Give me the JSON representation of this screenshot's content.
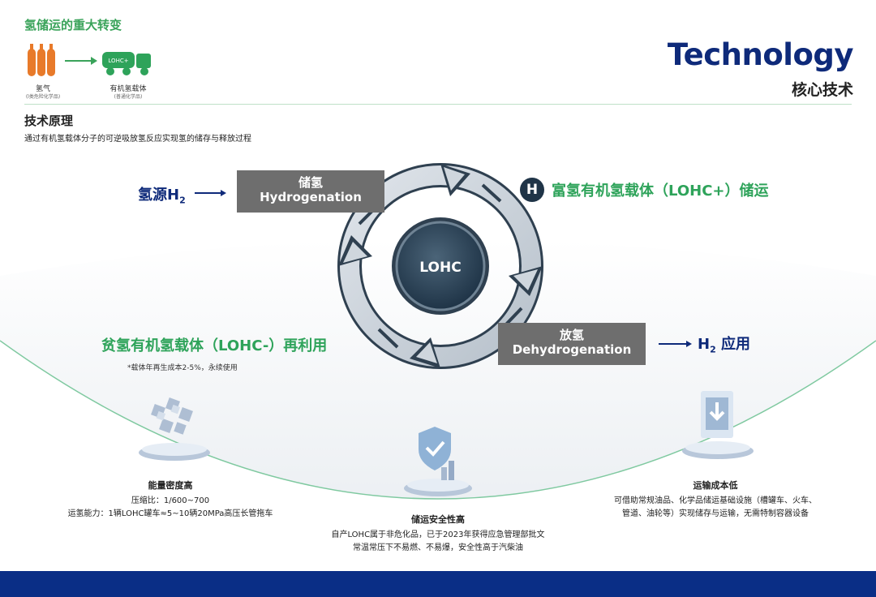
{
  "header": {
    "top_title": "氢储运的重大转变",
    "left_icon_label": "氢气",
    "left_icon_sub": "(l类危险化学品)",
    "right_icon_label": "有机氢载体",
    "right_icon_sub": "(普通化学品)",
    "truck_text": "LOHC+",
    "brand": "Technology",
    "brand_sub": "核心技术"
  },
  "principle": {
    "title": "技术原理",
    "desc": "通过有机氢载体分子的可逆吸放氢反应实现氢的储存与释放过程"
  },
  "cycle": {
    "center_label": "LOHC",
    "hydrogenation_cn": "储氢",
    "hydrogenation_en": "Hydrogenation",
    "dehydrogenation_cn": "放氢",
    "dehydrogenation_en": "Dehydrogenation",
    "h2_source": "氢源H",
    "h2_source_sub": "2",
    "h2_use": "H",
    "h2_use_sub": "2",
    "h2_use_text": " 应用",
    "h_badge": "H",
    "rich_label": "富氢有机氢载体（LOHC+）储运",
    "lean_label": "贫氢有机氢载体（LOHC-）再利用",
    "lean_note": "*载体年再生成本2-5%，永续使用"
  },
  "features": [
    {
      "title": "能量密度高",
      "lines": [
        "压缩比：1/600~700",
        "运氢能力：1辆LOHC罐车≈5~10辆20MPa高压长管拖车"
      ]
    },
    {
      "title": "储运安全性高",
      "lines": [
        "自产LOHC属于非危化品，已于2023年获得应急管理部批文",
        "常温常压下不易燃、不易爆，安全性高于汽柴油"
      ]
    },
    {
      "title": "运输成本低",
      "lines": [
        "可借助常规油品、化学品储运基础设施（槽罐车、火车、",
        "管道、油轮等）实现储存与运输，无需特制容器设备"
      ]
    }
  ],
  "colors": {
    "green": "#2ea35a",
    "navy": "#0e2a7a",
    "orange": "#e87a2a",
    "box_gray": "#6e6e6e",
    "footer": "#0a2e86"
  }
}
